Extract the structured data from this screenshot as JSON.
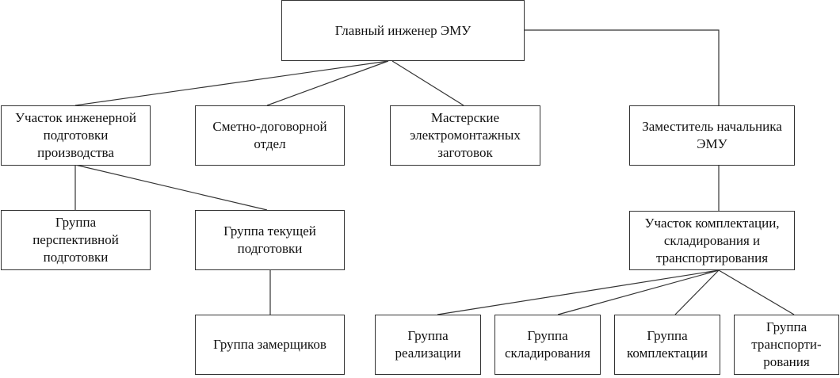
{
  "diagram": {
    "type": "org-chart",
    "nodes": {
      "root": "Главный инженер ЭМУ",
      "engineering_prep": "Участок инженерной\nподготовки\nпроизводства",
      "estimates_dept": "Сметно-договорной\nотдел",
      "workshops": "Мастерские\nэлектромонтажных\nзаготовок",
      "deputy_head": "Заместитель начальника\nЭМУ",
      "perspective_group": "Группа\nперспективной\nподготовки",
      "current_group": "Группа текущей\nподготовки",
      "supply_section": "Участок комплектации,\nскладирования и\nтранспортирования",
      "measurers_group": "Группа замерщиков",
      "sales_group": "Группа\nреализации",
      "storage_group": "Группа\nскладирования",
      "kitting_group": "Группа\nкомплектации",
      "transport_group": "Группа\nтранспорти-\nрования"
    },
    "edges": [
      [
        "root",
        "engineering_prep"
      ],
      [
        "root",
        "estimates_dept"
      ],
      [
        "root",
        "workshops"
      ],
      [
        "root",
        "deputy_head"
      ],
      [
        "engineering_prep",
        "perspective_group"
      ],
      [
        "engineering_prep",
        "current_group"
      ],
      [
        "current_group",
        "measurers_group"
      ],
      [
        "deputy_head",
        "supply_section"
      ],
      [
        "supply_section",
        "sales_group"
      ],
      [
        "supply_section",
        "storage_group"
      ],
      [
        "supply_section",
        "kitting_group"
      ],
      [
        "supply_section",
        "transport_group"
      ]
    ],
    "line_color": "#333333"
  }
}
